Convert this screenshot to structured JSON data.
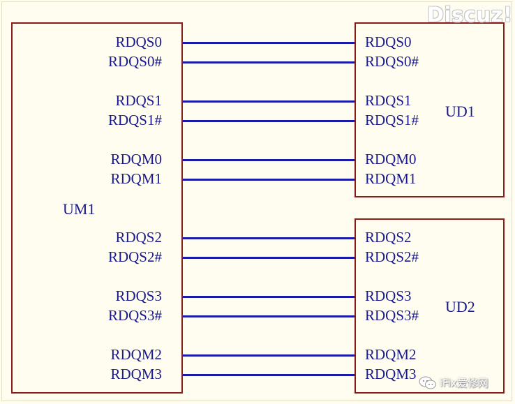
{
  "watermark": "Discuz!",
  "brand": "iFix爱修网",
  "components": {
    "um1": {
      "ref": "UM1"
    },
    "ud1": {
      "ref": "UD1"
    },
    "ud2": {
      "ref": "UD2"
    }
  },
  "nets": [
    {
      "left": "RDQS0",
      "right": "RDQS0"
    },
    {
      "left": "RDQS0#",
      "right": "RDQS0#"
    },
    {
      "left": "RDQS1",
      "right": "RDQS1"
    },
    {
      "left": "RDQS1#",
      "right": "RDQS1#"
    },
    {
      "left": "RDQM0",
      "right": "RDQM0"
    },
    {
      "left": "RDQM1",
      "right": "RDQM1"
    },
    {
      "left": "RDQS2",
      "right": "RDQS2"
    },
    {
      "left": "RDQS2#",
      "right": "RDQS2#"
    },
    {
      "left": "RDQS3",
      "right": "RDQS3"
    },
    {
      "left": "RDQS3#",
      "right": "RDQS3#"
    },
    {
      "left": "RDQM2",
      "right": "RDQM2"
    },
    {
      "left": "RDQM3",
      "right": "RDQM3"
    }
  ],
  "colors": {
    "wire": "#1a1aa8",
    "component_outline": "#8b1c1c",
    "text": "#1a1a8c",
    "background": "#fffdf0"
  }
}
